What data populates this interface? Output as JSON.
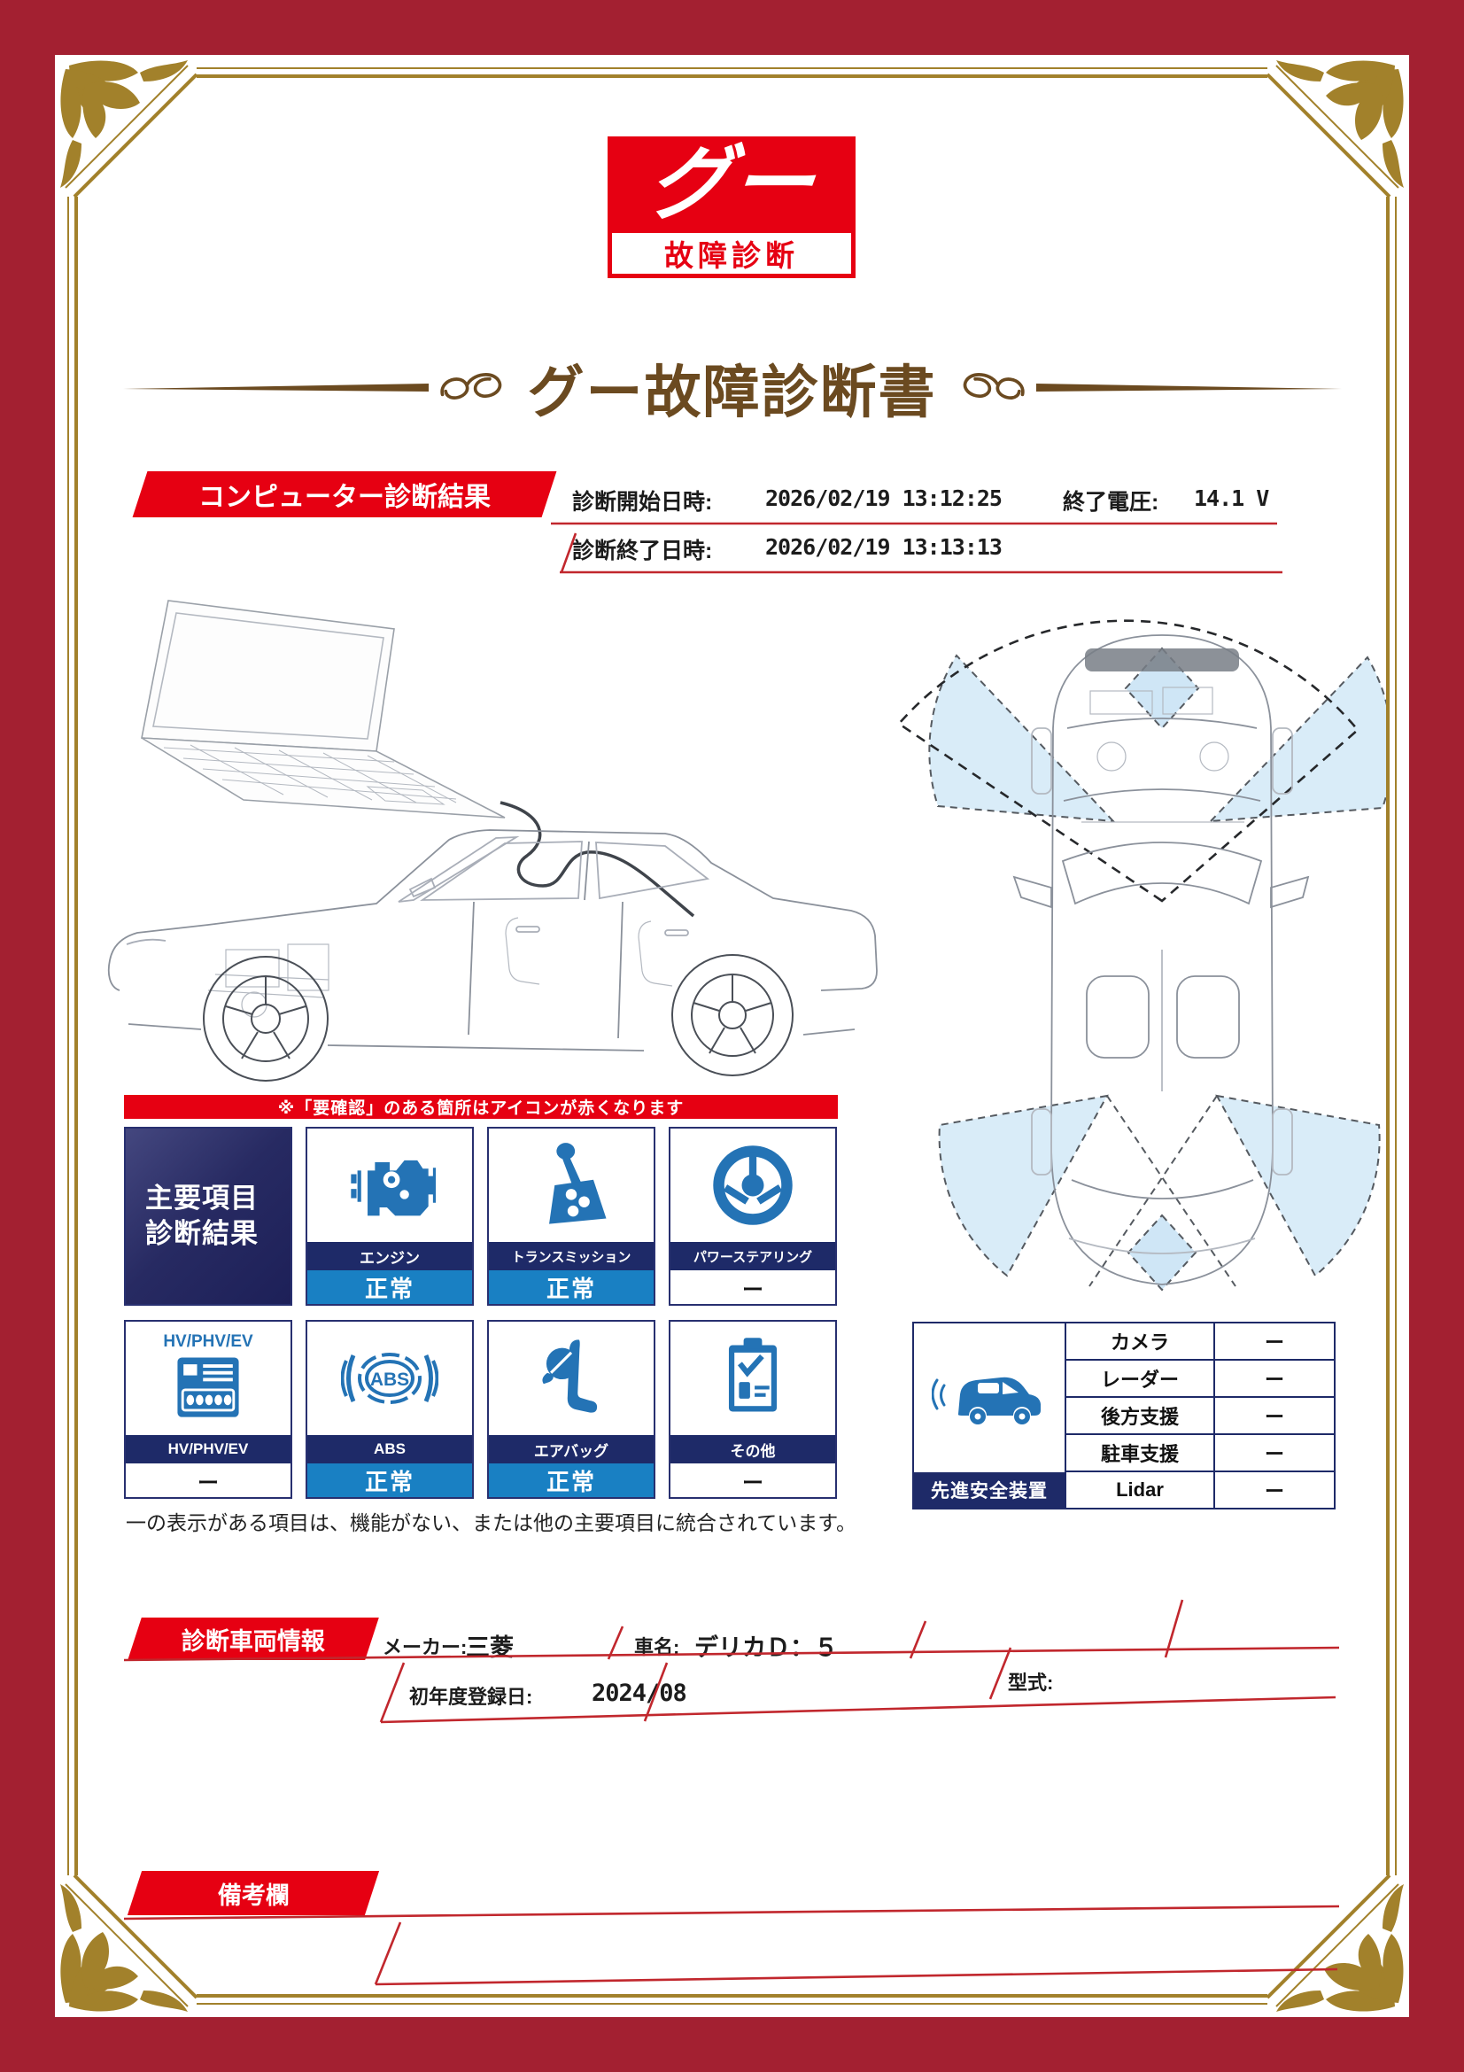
{
  "logo": {
    "mark": "グー",
    "caption": "故障診断"
  },
  "title": "グー故障診断書",
  "diagnosis": {
    "banner": "コンピューター診断結果",
    "start_label": "診断開始日時:",
    "start_value": "2026/02/19 13:12:25",
    "voltage_label": "終了電圧:",
    "voltage_value": "14.1 V",
    "end_label": "診断終了日時:",
    "end_value": "2026/02/19 13:13:13"
  },
  "alert_note": "※「要確認」のある箇所はアイコンが赤くなります",
  "grid": {
    "header_line1": "主要項目",
    "header_line2": "診断結果",
    "items": [
      {
        "label": "エンジン",
        "status": "正常"
      },
      {
        "label": "トランスミッション",
        "status": "正常"
      },
      {
        "label": "パワーステアリング",
        "status": "ー"
      },
      {
        "label": "HV/PHV/EV",
        "caption": "HV/PHV/EV",
        "status": "ー"
      },
      {
        "label": "ABS",
        "icon_text": "ABS",
        "status": "正常"
      },
      {
        "label": "エアバッグ",
        "status": "正常"
      },
      {
        "label": "その他",
        "status": "ー"
      }
    ],
    "footnote": "一の表示がある項目は、機能がない、または他の主要項目に統合されています。"
  },
  "safety": {
    "label": "先進安全装置",
    "rows": [
      {
        "label": "カメラ",
        "value": "ー"
      },
      {
        "label": "レーダー",
        "value": "ー"
      },
      {
        "label": "後方支援",
        "value": "ー"
      },
      {
        "label": "駐車支援",
        "value": "ー"
      },
      {
        "label": "Lidar",
        "value": "ー"
      }
    ]
  },
  "vehicle": {
    "banner": "診断車両情報",
    "maker_label": "メーカー:",
    "maker_value": "三菱",
    "name_label": "車名:",
    "name_value": "デリカＤ：５",
    "reg_label": "初年度登録日:",
    "reg_value": "2024/08",
    "model_label": "型式:"
  },
  "remarks": {
    "banner": "備考欄"
  },
  "colors": {
    "frame_red": "#a32031",
    "banner_red": "#e60012",
    "line_red": "#c1272d",
    "navy": "#1e2a68",
    "status_blue": "#1980c3",
    "icon_blue": "#2473b5",
    "title_brown": "#6b4a20",
    "gold": "#a2812b"
  }
}
